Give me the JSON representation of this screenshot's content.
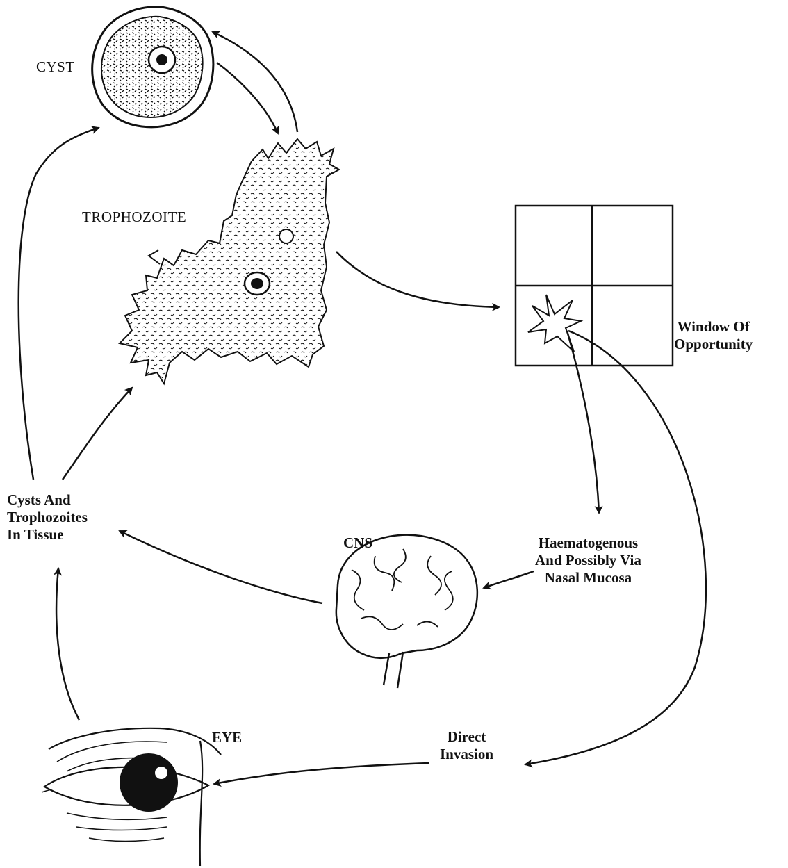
{
  "heading": "",
  "labels": {
    "cyst": "CYST",
    "trophozoite": "TROPHOZOITE",
    "window_line1": "Window Of",
    "window_line2": "Opportunity",
    "cysts_tissue_line1": "Cysts And",
    "cysts_tissue_line2": "Trophozoites",
    "cysts_tissue_line3": "In Tissue",
    "cns": "CNS",
    "haem_line1": "Haematogenous",
    "haem_line2": "And Possibly Via",
    "haem_line3": "Nasal Mucosa",
    "eye": "EYE",
    "direct_line1": "Direct",
    "direct_line2": "Invasion"
  },
  "colors": {
    "ink": "#111111",
    "paper": "#ffffff"
  }
}
